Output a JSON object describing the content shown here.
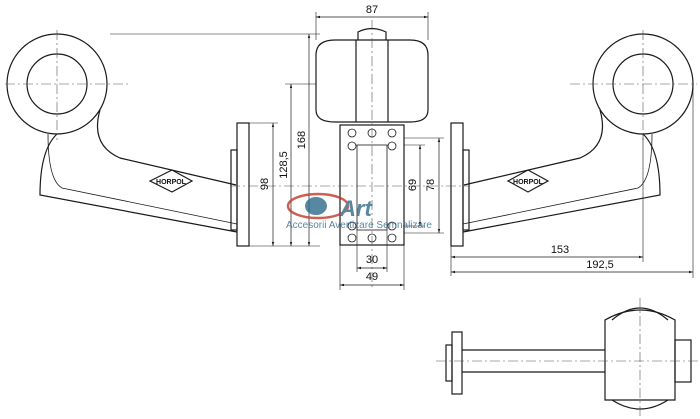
{
  "dimensions": {
    "width_top": "87",
    "height_168": "168",
    "height_128": "128,5",
    "height_98": "98",
    "height_69": "69",
    "height_78": "78",
    "width_30": "30",
    "width_49": "49",
    "length_153": "153",
    "length_192": "192,5"
  },
  "brand_left": "HORPOL",
  "brand_right": "HORPOL",
  "watermark": {
    "logo_text": "Art",
    "caption": "Accesorii Avertizare Semnalizare"
  }
}
